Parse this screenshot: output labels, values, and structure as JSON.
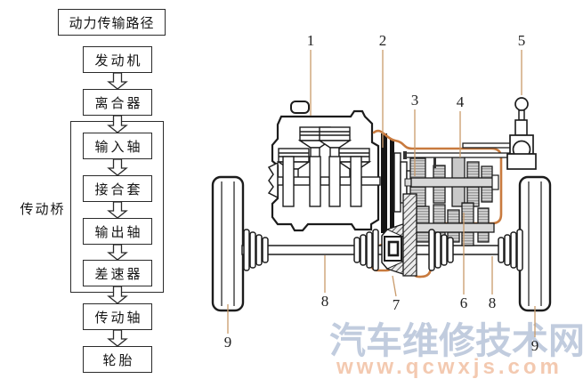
{
  "flowchart": {
    "title": "动力传输路径",
    "group_label": "传动桥",
    "nodes": [
      "发动机",
      "离合器",
      "输入轴",
      "接合套",
      "输出轴",
      "差速器",
      "传动轴",
      "轮胎"
    ]
  },
  "diagram": {
    "callouts": [
      "1",
      "2",
      "3",
      "4",
      "5",
      "6",
      "7",
      "8",
      "8",
      "9",
      "9"
    ],
    "colors": {
      "housing_outline": "#c87a3e",
      "leader_line": "#c99a6a",
      "line_black": "#1c1c1c",
      "gear_gray": "#d8d8d8"
    }
  },
  "watermark": {
    "site_name": "汽车维修技术网",
    "site_url": "www.qcwxjs.com"
  }
}
